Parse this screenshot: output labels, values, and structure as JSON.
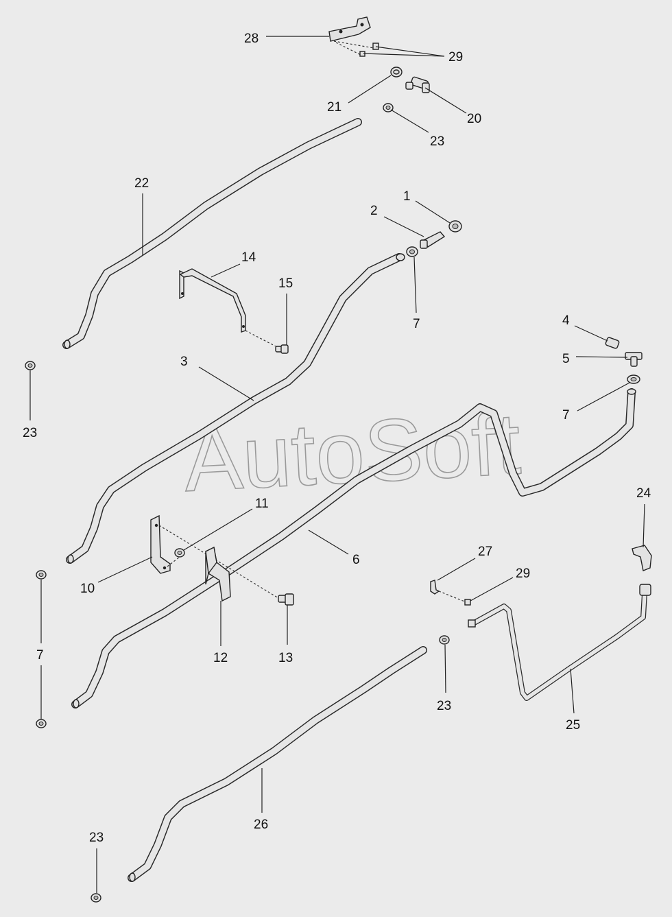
{
  "watermark": "AutoSoft",
  "labels": [
    {
      "id": "lbl-28a",
      "text": "28"
    },
    {
      "id": "lbl-29a",
      "text": "29"
    },
    {
      "id": "lbl-21",
      "text": "21"
    },
    {
      "id": "lbl-20",
      "text": "20"
    },
    {
      "id": "lbl-23a",
      "text": "23"
    },
    {
      "id": "lbl-22",
      "text": "22"
    },
    {
      "id": "lbl-1",
      "text": "1"
    },
    {
      "id": "lbl-2",
      "text": "2"
    },
    {
      "id": "lbl-14",
      "text": "14"
    },
    {
      "id": "lbl-15",
      "text": "15"
    },
    {
      "id": "lbl-7a",
      "text": "7"
    },
    {
      "id": "lbl-3",
      "text": "3"
    },
    {
      "id": "lbl-4",
      "text": "4"
    },
    {
      "id": "lbl-5",
      "text": "5"
    },
    {
      "id": "lbl-7b",
      "text": "7"
    },
    {
      "id": "lbl-23b",
      "text": "23"
    },
    {
      "id": "lbl-24",
      "text": "24"
    },
    {
      "id": "lbl-11",
      "text": "11"
    },
    {
      "id": "lbl-6",
      "text": "6"
    },
    {
      "id": "lbl-27",
      "text": "27"
    },
    {
      "id": "lbl-29b",
      "text": "29"
    },
    {
      "id": "lbl-10",
      "text": "10"
    },
    {
      "id": "lbl-7c",
      "text": "7"
    },
    {
      "id": "lbl-12",
      "text": "12"
    },
    {
      "id": "lbl-13",
      "text": "13"
    },
    {
      "id": "lbl-23c",
      "text": "23"
    },
    {
      "id": "lbl-25",
      "text": "25"
    },
    {
      "id": "lbl-26",
      "text": "26"
    },
    {
      "id": "lbl-23d",
      "text": "23"
    }
  ]
}
